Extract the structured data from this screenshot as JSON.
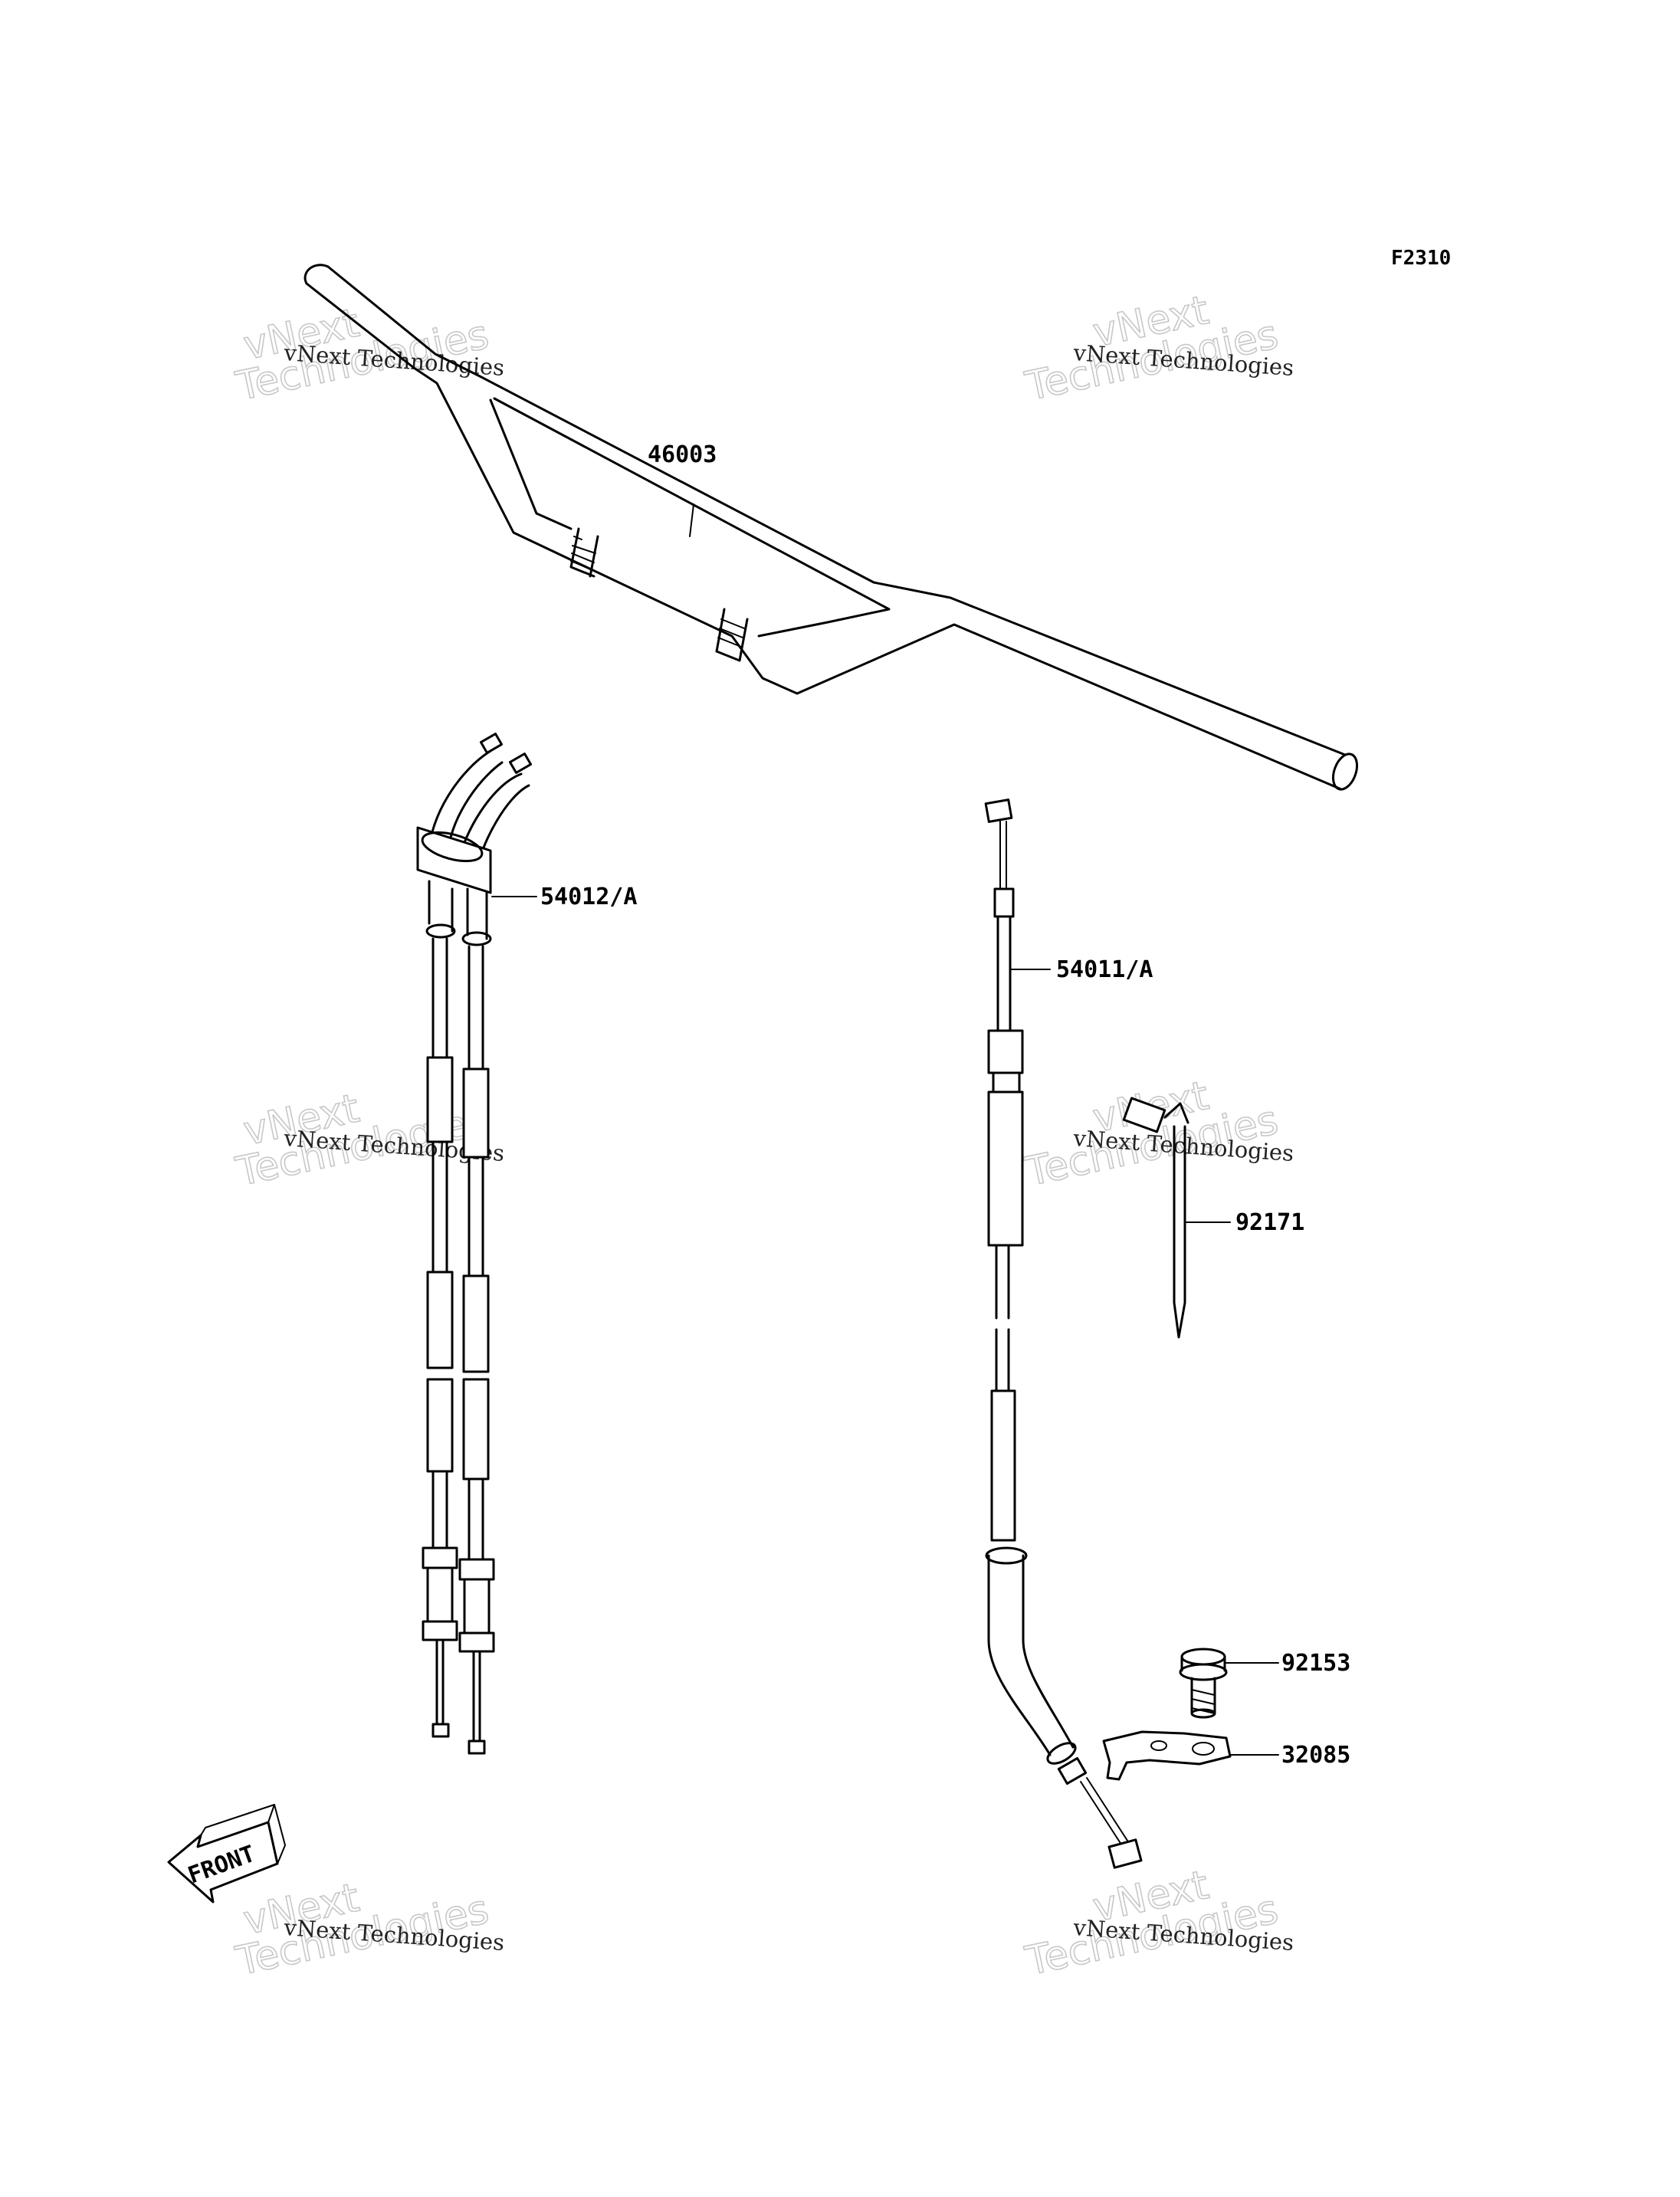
{
  "figure_code": "F2310",
  "parts": [
    {
      "number": "46003"
    },
    {
      "number": "54012/A"
    },
    {
      "number": "54011/A"
    },
    {
      "number": "92171"
    },
    {
      "number": "92153"
    },
    {
      "number": "32085"
    }
  ],
  "front_marker": "FRONT",
  "watermark": {
    "small": "vNext Technologies",
    "big_line1": "vNext",
    "big_line2": "Technologies"
  }
}
